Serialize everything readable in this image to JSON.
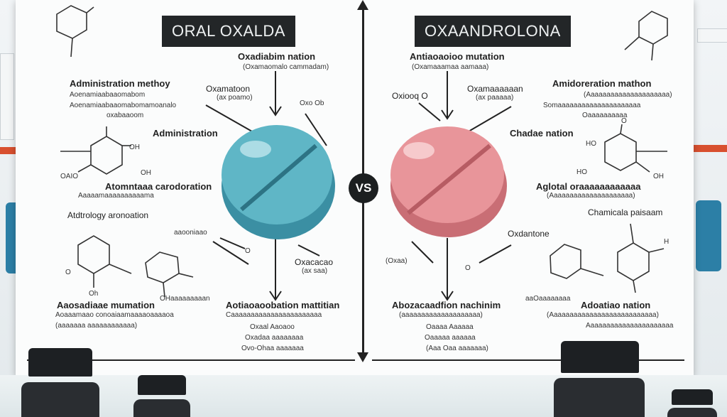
{
  "left": {
    "title": "ORAL OXALDA",
    "labels": [
      "Oxadiabim nation",
      "(Oxamaomalo cammadam)",
      "Administration methoy",
      "Aoenamiaabaaomabom",
      "Aoenamiaabaaomabomamoanalo",
      "oxabaaoom",
      "Oxamatoon",
      "(ax poamo)",
      "Oxo Ob",
      "Administration",
      "OH",
      "OH",
      "OAIO",
      "Atomntaaa carodoration",
      "Aaaaamaaaaaaaaaama",
      "Atdtrology aronoation",
      "aaooniaao",
      "Oxacacao",
      "(ax saa)",
      "O",
      "Aaosadiaae mumation",
      "Aoaaamaao conoaiaamaaaaoaaaaoa",
      "(aaaaaaa aaaaaaaaaaaa)",
      "Oh",
      "OHaaaaaaaaan",
      "Aotiaoaoobation mattitian",
      "Caaaaaaaaaaaaaaaaaaaaaaa",
      "Oxaal Aaoaoo",
      "Oxadaa aaaaaaaa",
      "Ovo-Ohaa aaaaaaa",
      "O"
    ]
  },
  "right": {
    "title": "OXAANDROLONA",
    "labels": [
      "Antiaoaoioo mutation",
      "(Oxamaaamaa aamaaa)",
      "Oxiooq O",
      "Oxamaaaaaan",
      "(ax paaaaa)",
      "Amidoreration mathon",
      "(Aaaaaaaaaaaaaaaaaaaaa)",
      "Somaaaaaaaaaaaaaaaaaaaaa",
      "Oaaaaaaaaaa",
      "Chadae nation",
      "HO",
      "HO",
      "O",
      "OH",
      "Aglotal oraaaaaaaaaaaa",
      "(Aaaaaaaaaaaaaaaaaaaaa)",
      "Chamicala paisaam",
      "Oxdantone",
      "(Oxaa)",
      "O",
      "H",
      "Abozacaadfion nachinim",
      "(aaaaaaaaaaaaaaaaaaaa)",
      "Oaaaa Aaaaaa",
      "Oaaaaa aaaaaa",
      "(Aaa Oaa aaaaaaa)",
      "aaOaaaaaaaa",
      "Adoatiao nation",
      "(Aaaaaaaaaaaaaaaaaaaaaaaaaaa)",
      "Aaaaaaaaaaaaaaaaaaaaaa"
    ]
  },
  "vs_label": "VS",
  "colors": {
    "left_pill": "#5fb6c6",
    "right_pill": "#e8959a",
    "title_bg": "#232628",
    "accent_shelf": "#d8502f"
  }
}
